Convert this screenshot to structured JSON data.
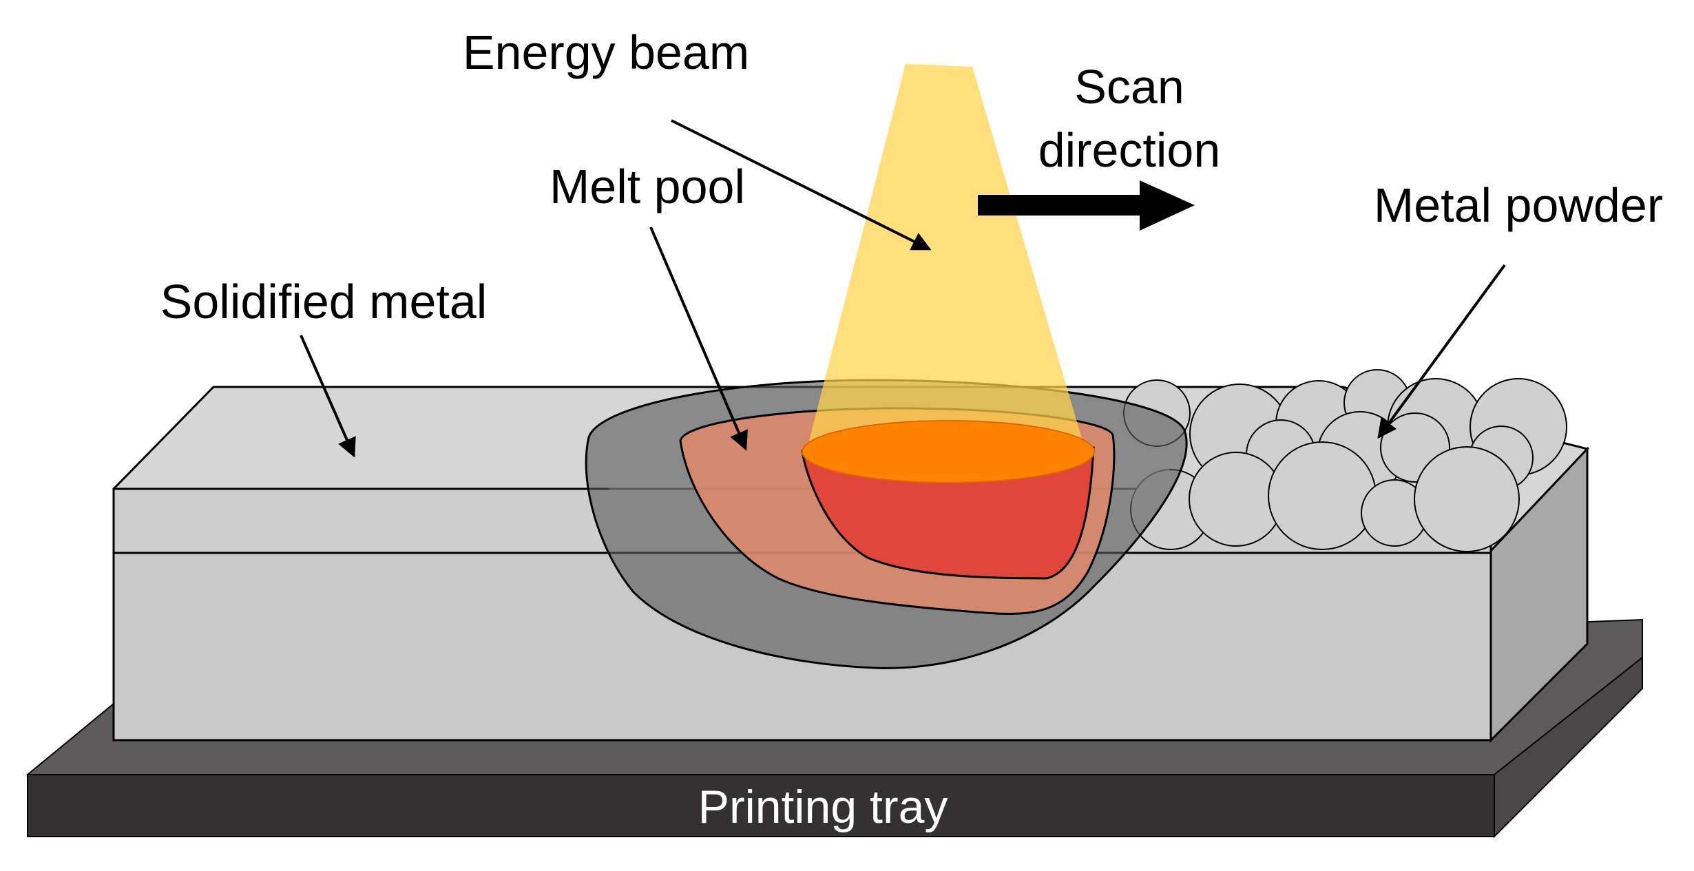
{
  "labels": {
    "energy_beam": "Energy beam",
    "scan_line1": "Scan",
    "scan_line2": "direction",
    "melt_pool": "Melt pool",
    "metal_powder": "Metal powder",
    "solidified_metal": "Solidified metal",
    "printing_tray": "Printing tray"
  },
  "colors": {
    "tray_front": "#333132",
    "tray_top": "#5e5b5c",
    "tray_label": "#ffffff",
    "block_front": "#c9c9c9",
    "block_top": "#d4d4d4",
    "block_side": "#a8a8a8",
    "powder": "#d0d0d0",
    "heat_zone": "#5a5a5a",
    "melt_pool_outer": "#e08a6a",
    "melt_pool_inner": "#e0463a",
    "melt_pool_top": "#ff8200",
    "beam": "#ffd24a",
    "arrow": "#000000"
  },
  "icons": {
    "scan_arrow": "right-arrow-icon"
  }
}
